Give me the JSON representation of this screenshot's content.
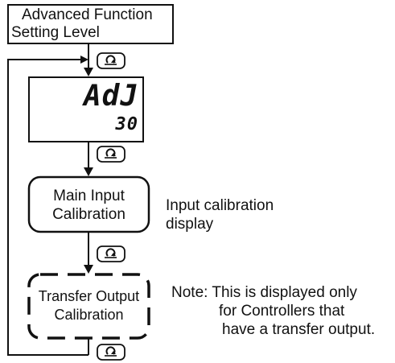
{
  "level_box": {
    "line1": "Advanced Function",
    "line2": "Setting Level"
  },
  "display": {
    "top": "AdJ",
    "bottom": "30"
  },
  "main_input": {
    "line1": "Main Input",
    "line2": "Calibration"
  },
  "main_input_note": {
    "line1": "Input calibration",
    "line2": "display"
  },
  "transfer_output": {
    "line1": "Transfer Output",
    "line2": "Calibration"
  },
  "transfer_note": {
    "line1": "Note: This is displayed only",
    "line2": "for Controllers that",
    "line3": "have a transfer output."
  },
  "key_icon": "mode-key-icon"
}
